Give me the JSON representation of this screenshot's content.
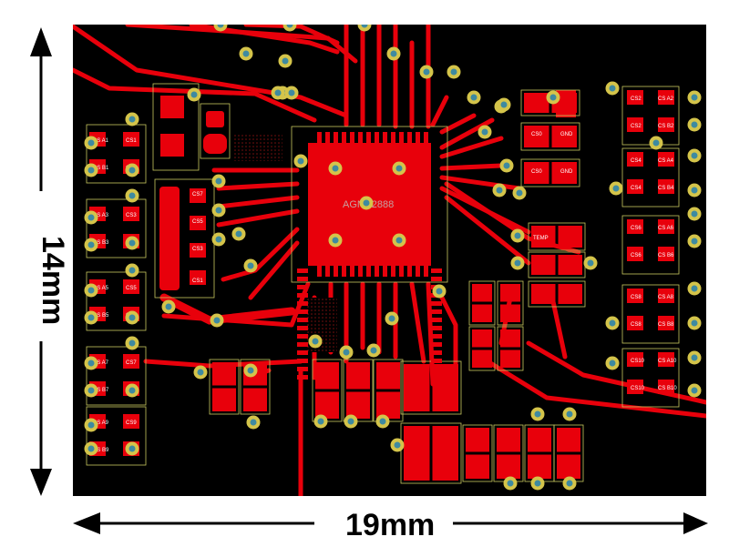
{
  "dimensions": {
    "width_label": "19mm",
    "height_label": "14mm"
  },
  "chip": {
    "label": "AGNC2888"
  },
  "silkscreen": {
    "left_column": [
      "CS A1",
      "CS1",
      "CS B1",
      "CS1",
      "CS A3",
      "CS3",
      "CS B3",
      "CS3",
      "CS A5",
      "CS5",
      "CS B5",
      "CS5",
      "CS A7",
      "CS7",
      "CS B7",
      "CS7",
      "CS A9",
      "CS9",
      "CS B9",
      "CS9"
    ],
    "left_middle": [
      "CS7",
      "CS5",
      "CS3",
      "CS1"
    ],
    "right_column": [
      "CS2",
      "CS A2",
      "CS2",
      "CS B2",
      "CS4",
      "CS A4",
      "CS4",
      "CS B4",
      "CS6",
      "CS A6",
      "CS6",
      "CS B6",
      "CS8",
      "CS A8",
      "CS8",
      "CS B8",
      "CS10",
      "CS A10",
      "CS10",
      "CS B10"
    ],
    "top_right": [
      "CS0",
      "GND",
      "CS0",
      "GND"
    ],
    "mid_right": [
      "TEMP"
    ]
  },
  "colors": {
    "board": "#000000",
    "copper": "#e8000b",
    "via_ring": "#d4c44a",
    "via_hole": "#3e8aa0",
    "silk_outline": "#c8c860"
  }
}
